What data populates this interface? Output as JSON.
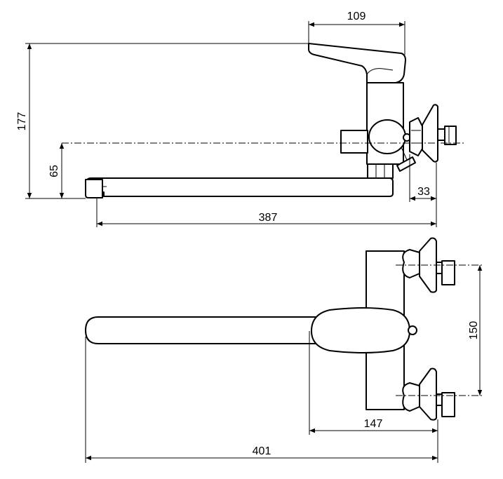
{
  "dimensions": {
    "side_view": {
      "lever_width": "109",
      "total_height": "177",
      "spout_height": "65",
      "spout_reach": "387",
      "eccentric_offset": "33"
    },
    "top_view": {
      "body_to_wall": "147",
      "overall_length": "401",
      "inlet_spacing": "150"
    }
  }
}
